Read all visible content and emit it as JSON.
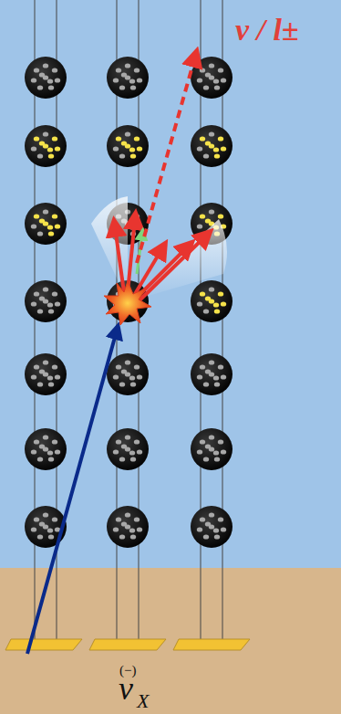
{
  "diagram": {
    "labels": [
      "ν / l±",
      "(−)",
      "ν",
      "X"
    ]
  }
}
